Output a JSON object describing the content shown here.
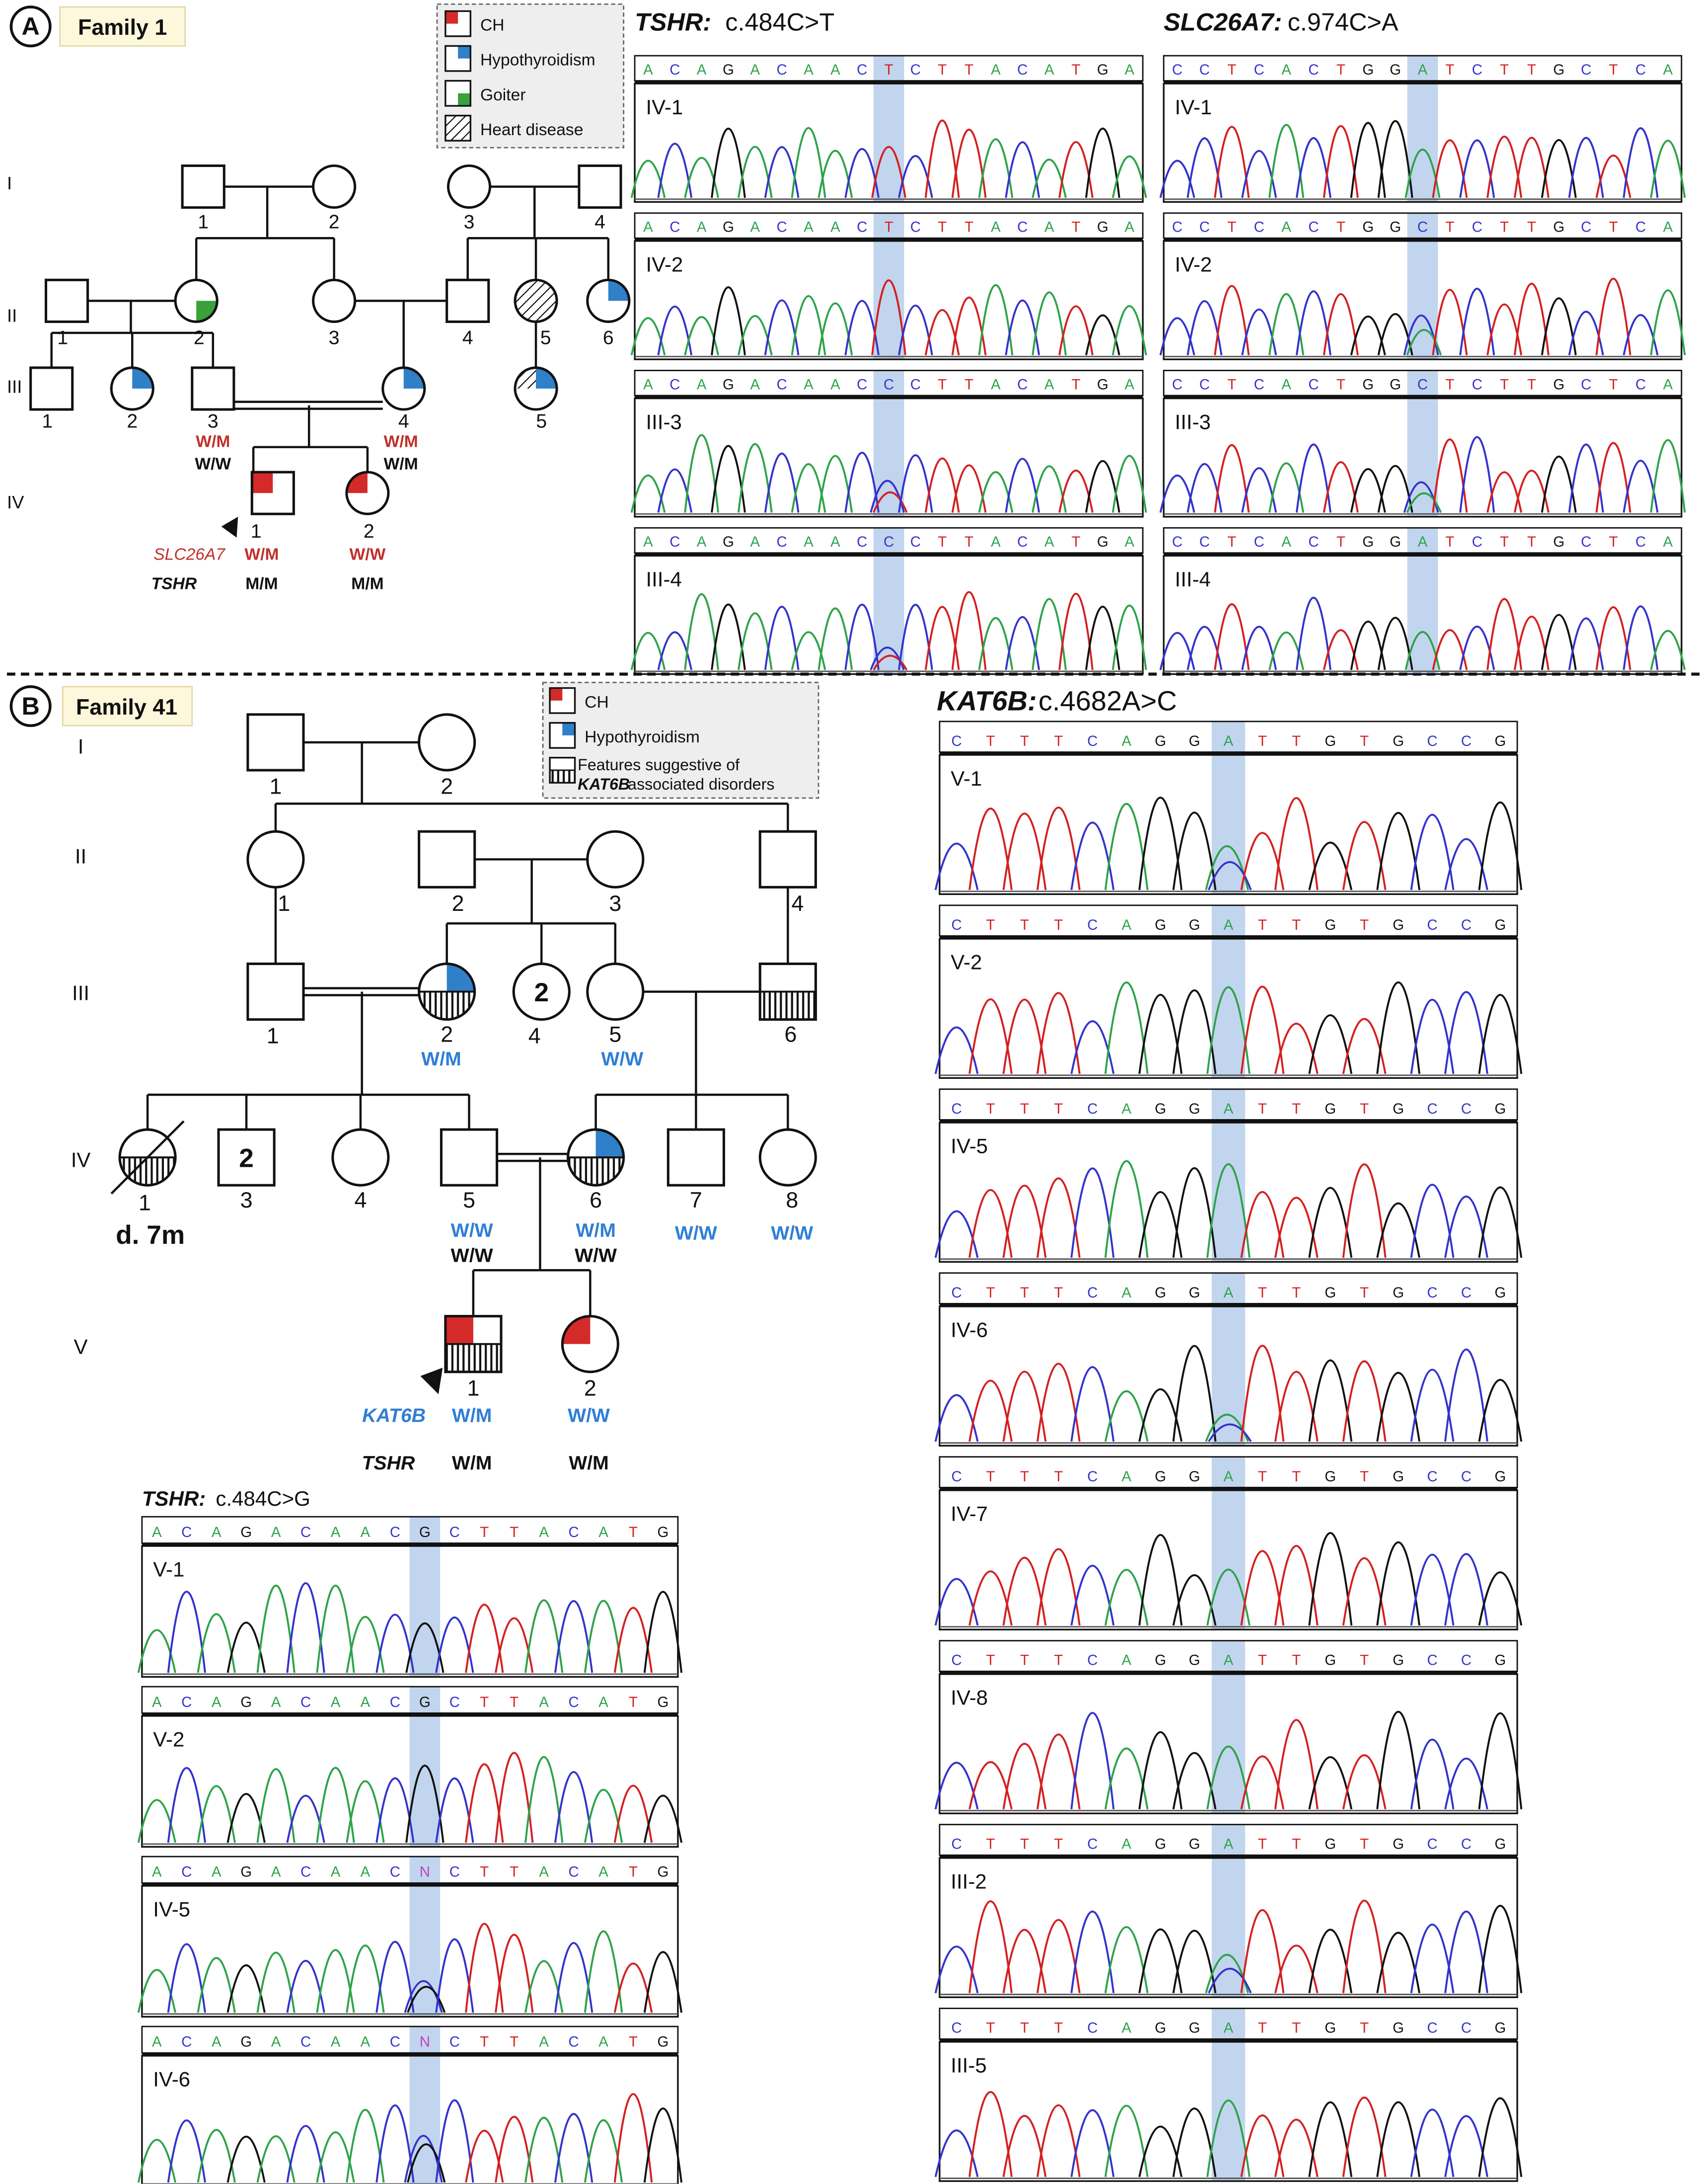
{
  "panelA": {
    "letter": "A",
    "family": "Family 1",
    "legend": [
      {
        "label": "CH",
        "kind": "ch"
      },
      {
        "label": "Hypothyroidism",
        "kind": "hypo"
      },
      {
        "label": "Goiter",
        "kind": "goiter"
      },
      {
        "label": "Heart disease",
        "kind": "heart"
      }
    ],
    "generations": [
      "I",
      "II",
      "III",
      "IV"
    ],
    "individuals": [
      {
        "id": "A-I-1",
        "num": "1",
        "sex": "M"
      },
      {
        "id": "A-I-2",
        "num": "2",
        "sex": "F"
      },
      {
        "id": "A-I-3",
        "num": "3",
        "sex": "F"
      },
      {
        "id": "A-I-4",
        "num": "4",
        "sex": "M"
      },
      {
        "id": "A-II-1",
        "num": "1",
        "sex": "M"
      },
      {
        "id": "A-II-2",
        "num": "2",
        "sex": "F",
        "marks": [
          "goiter"
        ]
      },
      {
        "id": "A-II-3",
        "num": "3",
        "sex": "F"
      },
      {
        "id": "A-II-4",
        "num": "4",
        "sex": "M"
      },
      {
        "id": "A-II-5",
        "num": "5",
        "sex": "F",
        "marks": [
          "heart"
        ]
      },
      {
        "id": "A-II-6",
        "num": "6",
        "sex": "F",
        "marks": [
          "hypo"
        ]
      },
      {
        "id": "A-III-1",
        "num": "1",
        "sex": "M"
      },
      {
        "id": "A-III-2",
        "num": "2",
        "sex": "F",
        "marks": [
          "hypo"
        ]
      },
      {
        "id": "A-III-3",
        "num": "3",
        "sex": "M"
      },
      {
        "id": "A-III-4",
        "num": "4",
        "sex": "F",
        "marks": [
          "hypo"
        ]
      },
      {
        "id": "A-III-5",
        "num": "5",
        "sex": "F",
        "marks": [
          "hypo",
          "heart"
        ]
      },
      {
        "id": "A-IV-1",
        "num": "1",
        "sex": "M",
        "marks": [
          "ch"
        ]
      },
      {
        "id": "A-IV-2",
        "num": "2",
        "sex": "F",
        "marks": [
          "ch"
        ]
      }
    ],
    "genotypes": {
      "III-3": {
        "slc": "W/W",
        "tshr": "W/M"
      },
      "III-4": {
        "slc": "W/M",
        "tshr": "W/M"
      },
      "IV-1": {
        "slc": "W/M",
        "tshr": "M/M"
      },
      "IV-2": {
        "slc": "W/W",
        "tshr": "M/M"
      }
    },
    "gene_labels": {
      "slc": "SLC26A7",
      "tshr": "TSHR"
    },
    "tshr_seq": {
      "gene": "TSHR:",
      "variant": "c.484C>T",
      "traces": [
        {
          "label": "IV-1",
          "bases": "ACAGACAACTCTTACATGA"
        },
        {
          "label": "IV-2",
          "bases": "ACAGACAACTCTTACATGA"
        },
        {
          "label": "III-3",
          "bases": "ACAGACAACCCTTACATGA"
        },
        {
          "label": "III-4",
          "bases": "ACAGACAACCCTTACATGA"
        }
      ]
    },
    "slc_seq": {
      "gene": "SLC26A7:",
      "variant": "c.974C>A",
      "traces": [
        {
          "label": "IV-1",
          "bases": "CCTCACTGGATCTTGCTCA"
        },
        {
          "label": "IV-2",
          "bases": "CCTCACTGGCTCTTGCTCA"
        },
        {
          "label": "III-3",
          "bases": "CCTCACTGGCTCTTGCTCA"
        },
        {
          "label": "III-4",
          "bases": "CCTCACTGGATCTTGCTCA"
        }
      ]
    }
  },
  "panelB": {
    "letter": "B",
    "family": "Family 41",
    "legend": [
      {
        "label": "CH",
        "kind": "ch"
      },
      {
        "label": "Hypothyroidism",
        "kind": "hypo"
      },
      {
        "label": "Features suggestive of",
        "label2": "KAT6B",
        "label3": " associated disorders",
        "kind": "kat"
      }
    ],
    "generations": [
      "I",
      "II",
      "III",
      "IV",
      "V"
    ],
    "individuals": [
      {
        "id": "B-I-1",
        "num": "1",
        "sex": "M"
      },
      {
        "id": "B-I-2",
        "num": "2",
        "sex": "F"
      },
      {
        "id": "B-II-1",
        "num": "1",
        "sex": "F"
      },
      {
        "id": "B-II-2",
        "num": "2",
        "sex": "M"
      },
      {
        "id": "B-II-3",
        "num": "3",
        "sex": "F"
      },
      {
        "id": "B-II-4",
        "num": "4",
        "sex": "M"
      },
      {
        "id": "B-III-1",
        "num": "1",
        "sex": "M"
      },
      {
        "id": "B-III-2",
        "num": "2",
        "sex": "F",
        "marks": [
          "hypo",
          "kat"
        ]
      },
      {
        "id": "B-III-4",
        "num": "4",
        "sex": "F",
        "count": "2"
      },
      {
        "id": "B-III-5",
        "num": "5",
        "sex": "F"
      },
      {
        "id": "B-III-6",
        "num": "6",
        "sex": "M",
        "marks": [
          "kat"
        ]
      },
      {
        "id": "B-IV-1",
        "num": "1",
        "sex": "F",
        "marks": [
          "kat"
        ],
        "deceased": true
      },
      {
        "id": "B-IV-3",
        "num": "3",
        "sex": "M",
        "count": "2"
      },
      {
        "id": "B-IV-4",
        "num": "4",
        "sex": "F"
      },
      {
        "id": "B-IV-5",
        "num": "5",
        "sex": "M"
      },
      {
        "id": "B-IV-6",
        "num": "6",
        "sex": "F",
        "marks": [
          "hypo",
          "kat"
        ]
      },
      {
        "id": "B-IV-7",
        "num": "7",
        "sex": "M"
      },
      {
        "id": "B-IV-8",
        "num": "8",
        "sex": "F"
      },
      {
        "id": "B-V-1",
        "num": "1",
        "sex": "M",
        "marks": [
          "ch",
          "kat"
        ]
      },
      {
        "id": "B-V-2",
        "num": "2",
        "sex": "F",
        "marks": [
          "ch"
        ]
      }
    ],
    "death_note": "d. 7m",
    "genotypes": {
      "III-2": {
        "kat": "W/M"
      },
      "III-5": {
        "kat": "W/W"
      },
      "IV-5": {
        "kat": "W/W",
        "tshr": "W/W"
      },
      "IV-6": {
        "kat": "W/M",
        "tshr": "W/W"
      },
      "IV-7": {
        "kat": "W/W"
      },
      "IV-8": {
        "kat": "W/W"
      },
      "V-1": {
        "kat": "W/M",
        "tshr": "W/M"
      },
      "V-2": {
        "kat": "W/W",
        "tshr": "W/M"
      }
    },
    "gene_labels": {
      "kat": "KAT6B",
      "tshr": "TSHR"
    },
    "tshr_seq": {
      "gene": "TSHR:",
      "variant": "c.484C>G",
      "traces": [
        {
          "label": "V-1",
          "bases": "ACAGACAACGCTTACATG"
        },
        {
          "label": "V-2",
          "bases": "ACAGACAACGCTTACATG"
        },
        {
          "label": "IV-5",
          "bases": "ACAGACAACNCTTACATG"
        },
        {
          "label": "IV-6",
          "bases": "ACAGACAACNCTTACATG"
        }
      ]
    },
    "kat_seq": {
      "gene": "KAT6B:",
      "variant": "c.4682A>C",
      "traces": [
        {
          "label": "V-1",
          "bases": "CTTTCAGGATTGTGCCG"
        },
        {
          "label": "V-2",
          "bases": "CTTTCAGGATTGTGCCG"
        },
        {
          "label": "IV-5",
          "bases": "CTTTCAGGATTGTGCCG"
        },
        {
          "label": "IV-6",
          "bases": "CTTTCAGGATTGTGCCG"
        },
        {
          "label": "IV-7",
          "bases": "CTTTCAGGATTGTGCCG"
        },
        {
          "label": "IV-8",
          "bases": "CTTTCAGGATTGTGCCG"
        },
        {
          "label": "III-2",
          "bases": "CTTTCAGGATTGTGCCG"
        },
        {
          "label": "III-5",
          "bases": "CTTTCAGGATTGTGCCG"
        }
      ]
    }
  },
  "colors": {
    "ch": "#d42a2a",
    "hypo": "#2f80c9",
    "goiter": "#3aa13a",
    "base_A": "#2ea34a",
    "base_C": "#3333cc",
    "base_G": "#111111",
    "base_T": "#d42020",
    "base_N": "#c040c0",
    "highlight": "#8fb3e0",
    "geno_red": "#c0302b",
    "geno_blue": "#2f7fd4",
    "legend_bg": "#eeeeee",
    "family_bg": "#fdf7dc"
  }
}
